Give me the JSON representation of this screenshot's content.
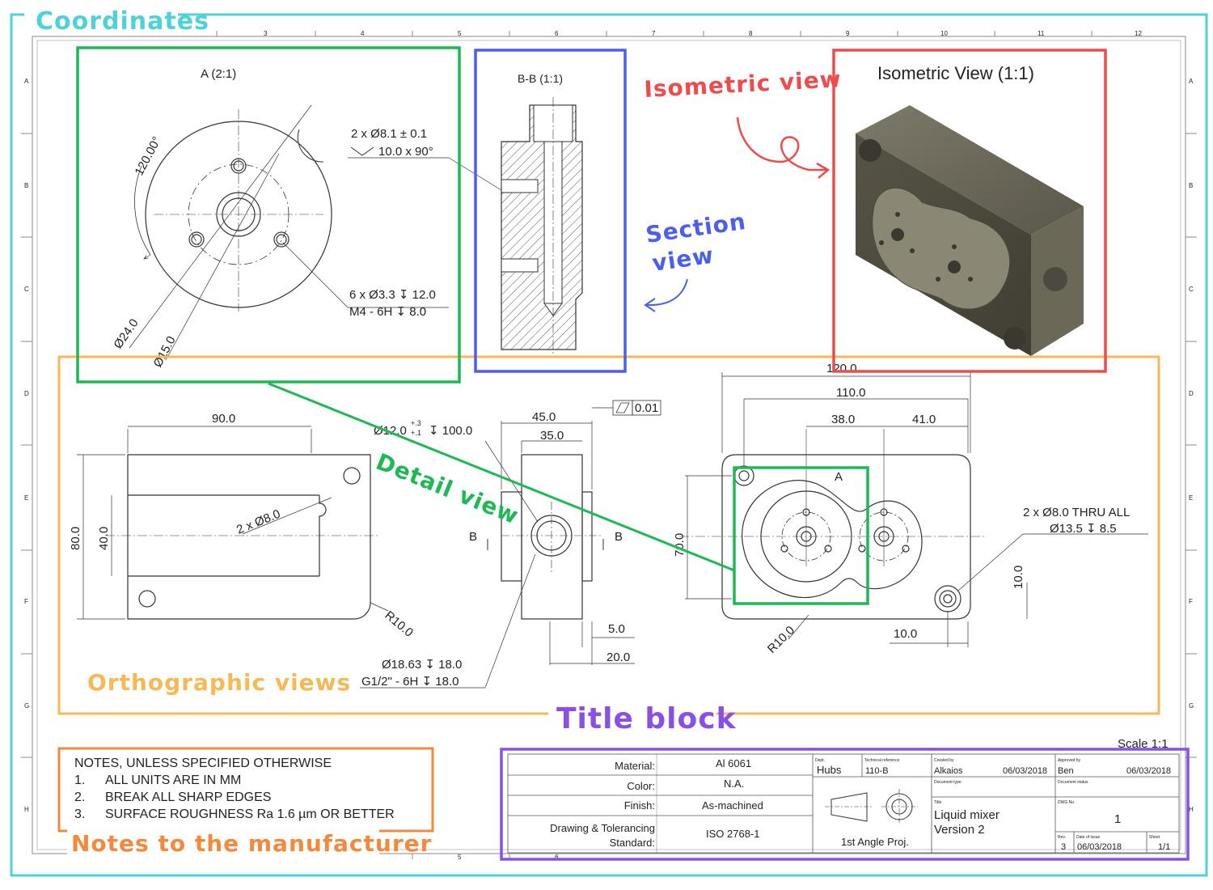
{
  "annotations": {
    "coordinates": "Coordinates",
    "isometric_view": "Isometric view",
    "section_view_l1": "Section",
    "section_view_l2": "view",
    "detail_view": "Detail view",
    "orthographic_views": "Orthographic views",
    "title_block": "Title block",
    "notes_to_manufacturer": "Notes to the manufacturer"
  },
  "colors": {
    "coordinates": "#4fd1d9",
    "detail": "#1db954",
    "section": "#4a5ff0",
    "isometric": "#ef4b4b",
    "orthographic": "#f7b955",
    "notes": "#f4893b",
    "title_block": "#8a4fe8"
  },
  "ruler": {
    "top": [
      "3",
      "4",
      "5",
      "6",
      "7",
      "8",
      "9",
      "10",
      "11",
      "12"
    ],
    "bottom": [
      "5",
      "6"
    ],
    "left": [
      "A",
      "B",
      "C",
      "D",
      "E",
      "F",
      "G",
      "H"
    ],
    "right": [
      "A",
      "B",
      "C",
      "D",
      "E",
      "F",
      "G",
      "H"
    ]
  },
  "detail_view": {
    "title": "A (2:1)",
    "angle": "120.00°",
    "hole_callout_l1": "2 x  Ø8.1 ± 0.1",
    "hole_callout_l2": "10.0 x 90°",
    "tap_callout_l1": "6 x Ø3.3 ↧ 12.0",
    "tap_callout_l2": "M4 - 6H ↧ 8.0",
    "dia_outer": "Ø24.0",
    "dia_pcd": "Ø15.0"
  },
  "section_view": {
    "title": "B-B (1:1)"
  },
  "isometric_view": {
    "title": "Isometric View (1:1)"
  },
  "front_view": {
    "dim_width": "90.0",
    "dim_height": "80.0",
    "dim_inner": "40.0",
    "hole_callout": "2 x Ø8.0",
    "radius": "R10.0"
  },
  "side_view": {
    "dim_45": "45.0",
    "dim_35": "35.0",
    "flatness": "0.01",
    "bore_callout_main": "Ø12.0",
    "bore_callout_tol_upper": "+.3",
    "bore_callout_tol_lower": "+.1",
    "bore_callout_depth": "↧ 100.0",
    "section_label_left": "B",
    "section_label_right": "B",
    "dim_5": "5.0",
    "dim_20": "20.0",
    "port_callout_l1": "Ø18.63 ↧ 18.0",
    "port_callout_l2": "G1/2\" - 6H ↧ 18.0"
  },
  "top_view": {
    "dim_120": "120.0",
    "dim_110": "110.0",
    "dim_38": "38.0",
    "dim_41": "41.0",
    "dim_70": "70.0",
    "detail_label": "A",
    "thru_callout_l1": "2 x Ø8.0 THRU ALL",
    "thru_callout_l2": "Ø13.5 ↧ 8.5",
    "dim_10_v": "10.0",
    "dim_10_h": "10.0",
    "radius": "R10.0"
  },
  "notes": {
    "heading": "NOTES, UNLESS SPECIFIED OTHERWISE",
    "items": [
      {
        "num": "1.",
        "text": "ALL UNITS ARE IN MM"
      },
      {
        "num": "2.",
        "text": "BREAK ALL SHARP EDGES"
      },
      {
        "num": "3.",
        "text": "SURFACE ROUGHNESS Ra 1.6 µm OR BETTER"
      }
    ]
  },
  "title_block": {
    "scale": "Scale 1:1",
    "material_label": "Material:",
    "material_value": "Al 6061",
    "color_label": "Color:",
    "color_value": "N.A.",
    "finish_label": "Finish:",
    "finish_value": "As-machined",
    "standard_label_l1": "Drawing & Tolerancing",
    "standard_label_l2": "Standard:",
    "standard_value": "ISO 2768-1",
    "dept_label": "Dept.",
    "dept_value": "Hubs",
    "techref_label": "Technical reference",
    "techref_value": "110-B",
    "created_label": "Created by",
    "created_value": "Alkaios",
    "created_date": "06/03/2018",
    "approved_label": "Approved by",
    "approved_value": "Ben",
    "approved_date": "06/03/2018",
    "doctype_label": "Document type",
    "docstatus_label": "Document status",
    "title_label": "Title",
    "title_l1": "Liquid mixer",
    "title_l2": "Version 2",
    "dwgno_label": "DWG No.",
    "dwgno_value": "1",
    "projection": "1st Angle Proj.",
    "rev_label": "Rev.",
    "rev_value": "3",
    "issue_label": "Date of issue",
    "issue_value": "06/03/2018",
    "sheet_label": "Sheet",
    "sheet_value": "1/1"
  }
}
